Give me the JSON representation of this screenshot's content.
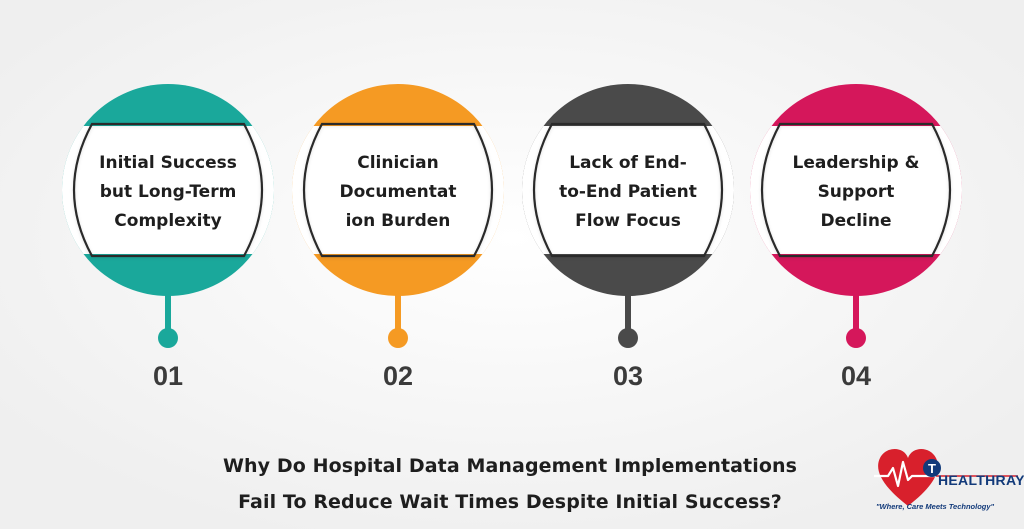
{
  "steps": [
    {
      "label_lines": [
        "Initial Success",
        "but Long-Term",
        "Complexity"
      ],
      "number": "01",
      "color": "#1aa89b"
    },
    {
      "label_lines": [
        "Clinician",
        "Documentat",
        "ion Burden"
      ],
      "number": "02",
      "color": "#f59a23"
    },
    {
      "label_lines": [
        "Lack of End-",
        "to-End Patient",
        "Flow Focus"
      ],
      "number": "03",
      "color": "#4a4a4a"
    },
    {
      "label_lines": [
        "Leadership &",
        "Support",
        "Decline"
      ],
      "number": "04",
      "color": "#d5175b"
    }
  ],
  "title": {
    "line1": "Why Do Hospital Data Management Implementations",
    "line2": "Fail To Reduce Wait Times Despite Initial Success?"
  },
  "logo": {
    "name": "HEALTHRAY",
    "tagline": "\"Where, Care Meets Technology\"",
    "heart_color": "#d8202c",
    "brand_color": "#123a7a"
  }
}
